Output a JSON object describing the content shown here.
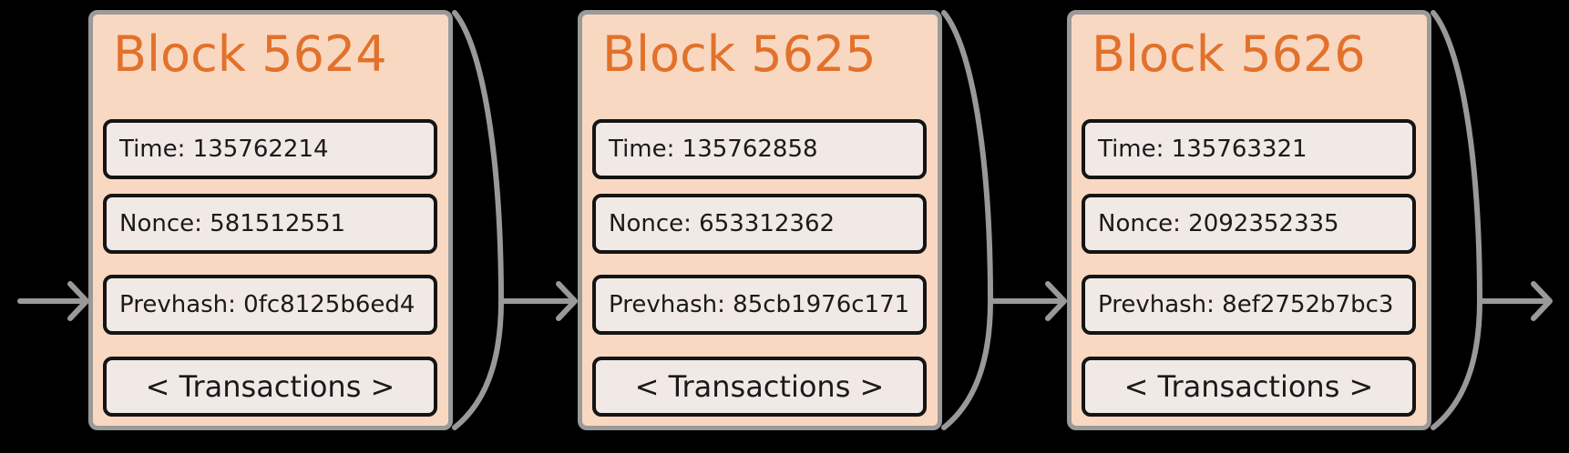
{
  "diagram": {
    "kind": "blockchain-chain-diagram",
    "blocks": [
      {
        "title": "Block 5624",
        "time": "Time: 135762214",
        "nonce": "Nonce: 581512551",
        "prevhash": "Prevhash: 0fc8125b6ed4",
        "transactions": "< Transactions >"
      },
      {
        "title": "Block 5625",
        "time": "Time: 135762858",
        "nonce": "Nonce: 653312362",
        "prevhash": "Prevhash: 85cb1976c171",
        "transactions": "< Transactions >"
      },
      {
        "title": "Block 5626",
        "time": "Time: 135763321",
        "nonce": "Nonce: 2092352335",
        "prevhash": "Prevhash: 8ef2752b7bc3",
        "transactions": "< Transactions >"
      }
    ],
    "colors": {
      "background": "#000000",
      "block_fill": "#f9d8c1",
      "block_border": "#9a9a9a",
      "field_fill": "#f1e9e5",
      "field_border": "#141414",
      "title_text": "#e2712b",
      "field_text": "#1a1a1a",
      "arrow": "#999999"
    }
  }
}
